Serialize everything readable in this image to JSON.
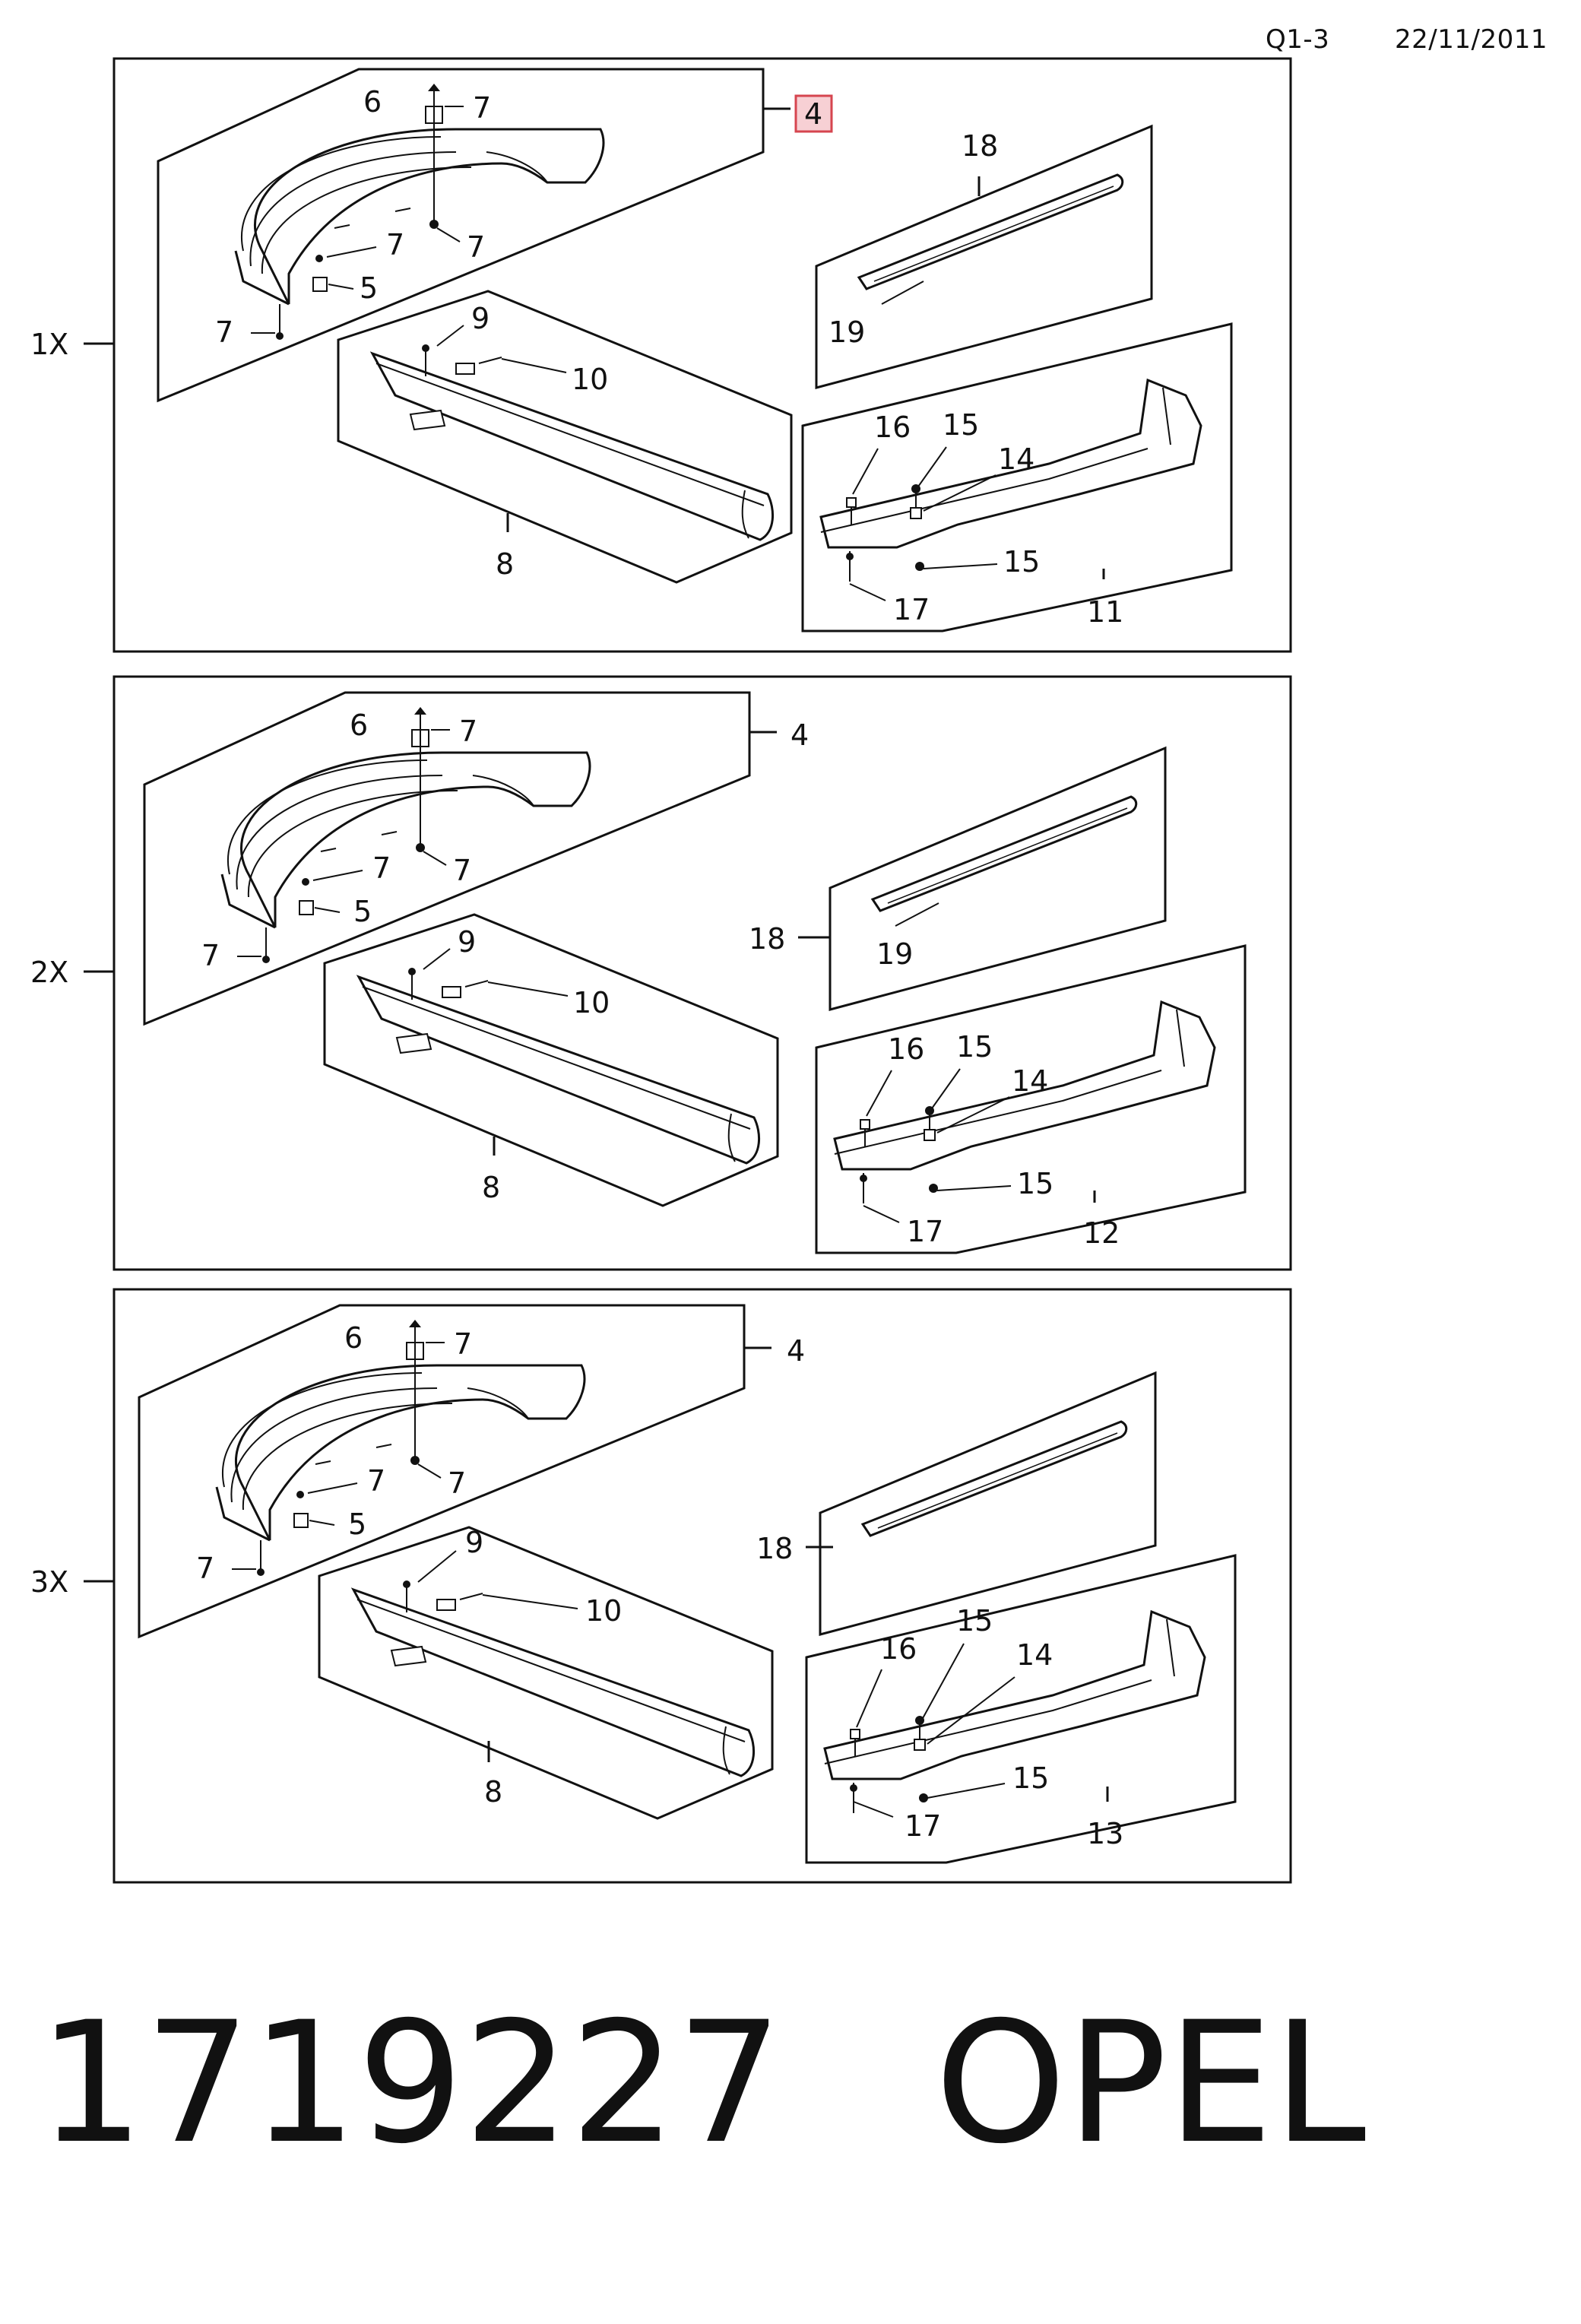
{
  "header": {
    "code": "Q1-3",
    "date": "22/11/2011"
  },
  "footer": {
    "part_number": "1719227",
    "brand": "OPEL"
  },
  "colors": {
    "line": "#111111",
    "highlight_fill": "#f7d0d4",
    "highlight_stroke": "#d6454f"
  },
  "panels": [
    {
      "qty": "1X",
      "labels": {
        "front": "4",
        "side": "8",
        "rear": "11",
        "spoiler": "18",
        "spoiler_trim": "19",
        "f6": "6",
        "f7a": "7",
        "f7b": "7",
        "f7c": "7",
        "f5": "5",
        "f7d": "7",
        "s9": "9",
        "s10": "10",
        "r16": "16",
        "r15a": "15",
        "r14": "14",
        "r15b": "15",
        "r17": "17"
      }
    },
    {
      "qty": "2X",
      "labels": {
        "front": "4",
        "side": "8",
        "rear": "12",
        "spoiler": "18",
        "spoiler_trim": "19",
        "f6": "6",
        "f7a": "7",
        "f7b": "7",
        "f7c": "7",
        "f5": "5",
        "f7d": "7",
        "s9": "9",
        "s10": "10",
        "r16": "16",
        "r15a": "15",
        "r14": "14",
        "r15b": "15",
        "r17": "17"
      }
    },
    {
      "qty": "3X",
      "labels": {
        "front": "4",
        "side": "8",
        "rear": "13",
        "spoiler": "18",
        "f6": "6",
        "f7a": "7",
        "f7b": "7",
        "f7c": "7",
        "f5": "5",
        "f7d": "7",
        "s9": "9",
        "s10": "10",
        "r16": "16",
        "r15a": "15",
        "r14": "14",
        "r15b": "15",
        "r17": "17"
      }
    }
  ]
}
